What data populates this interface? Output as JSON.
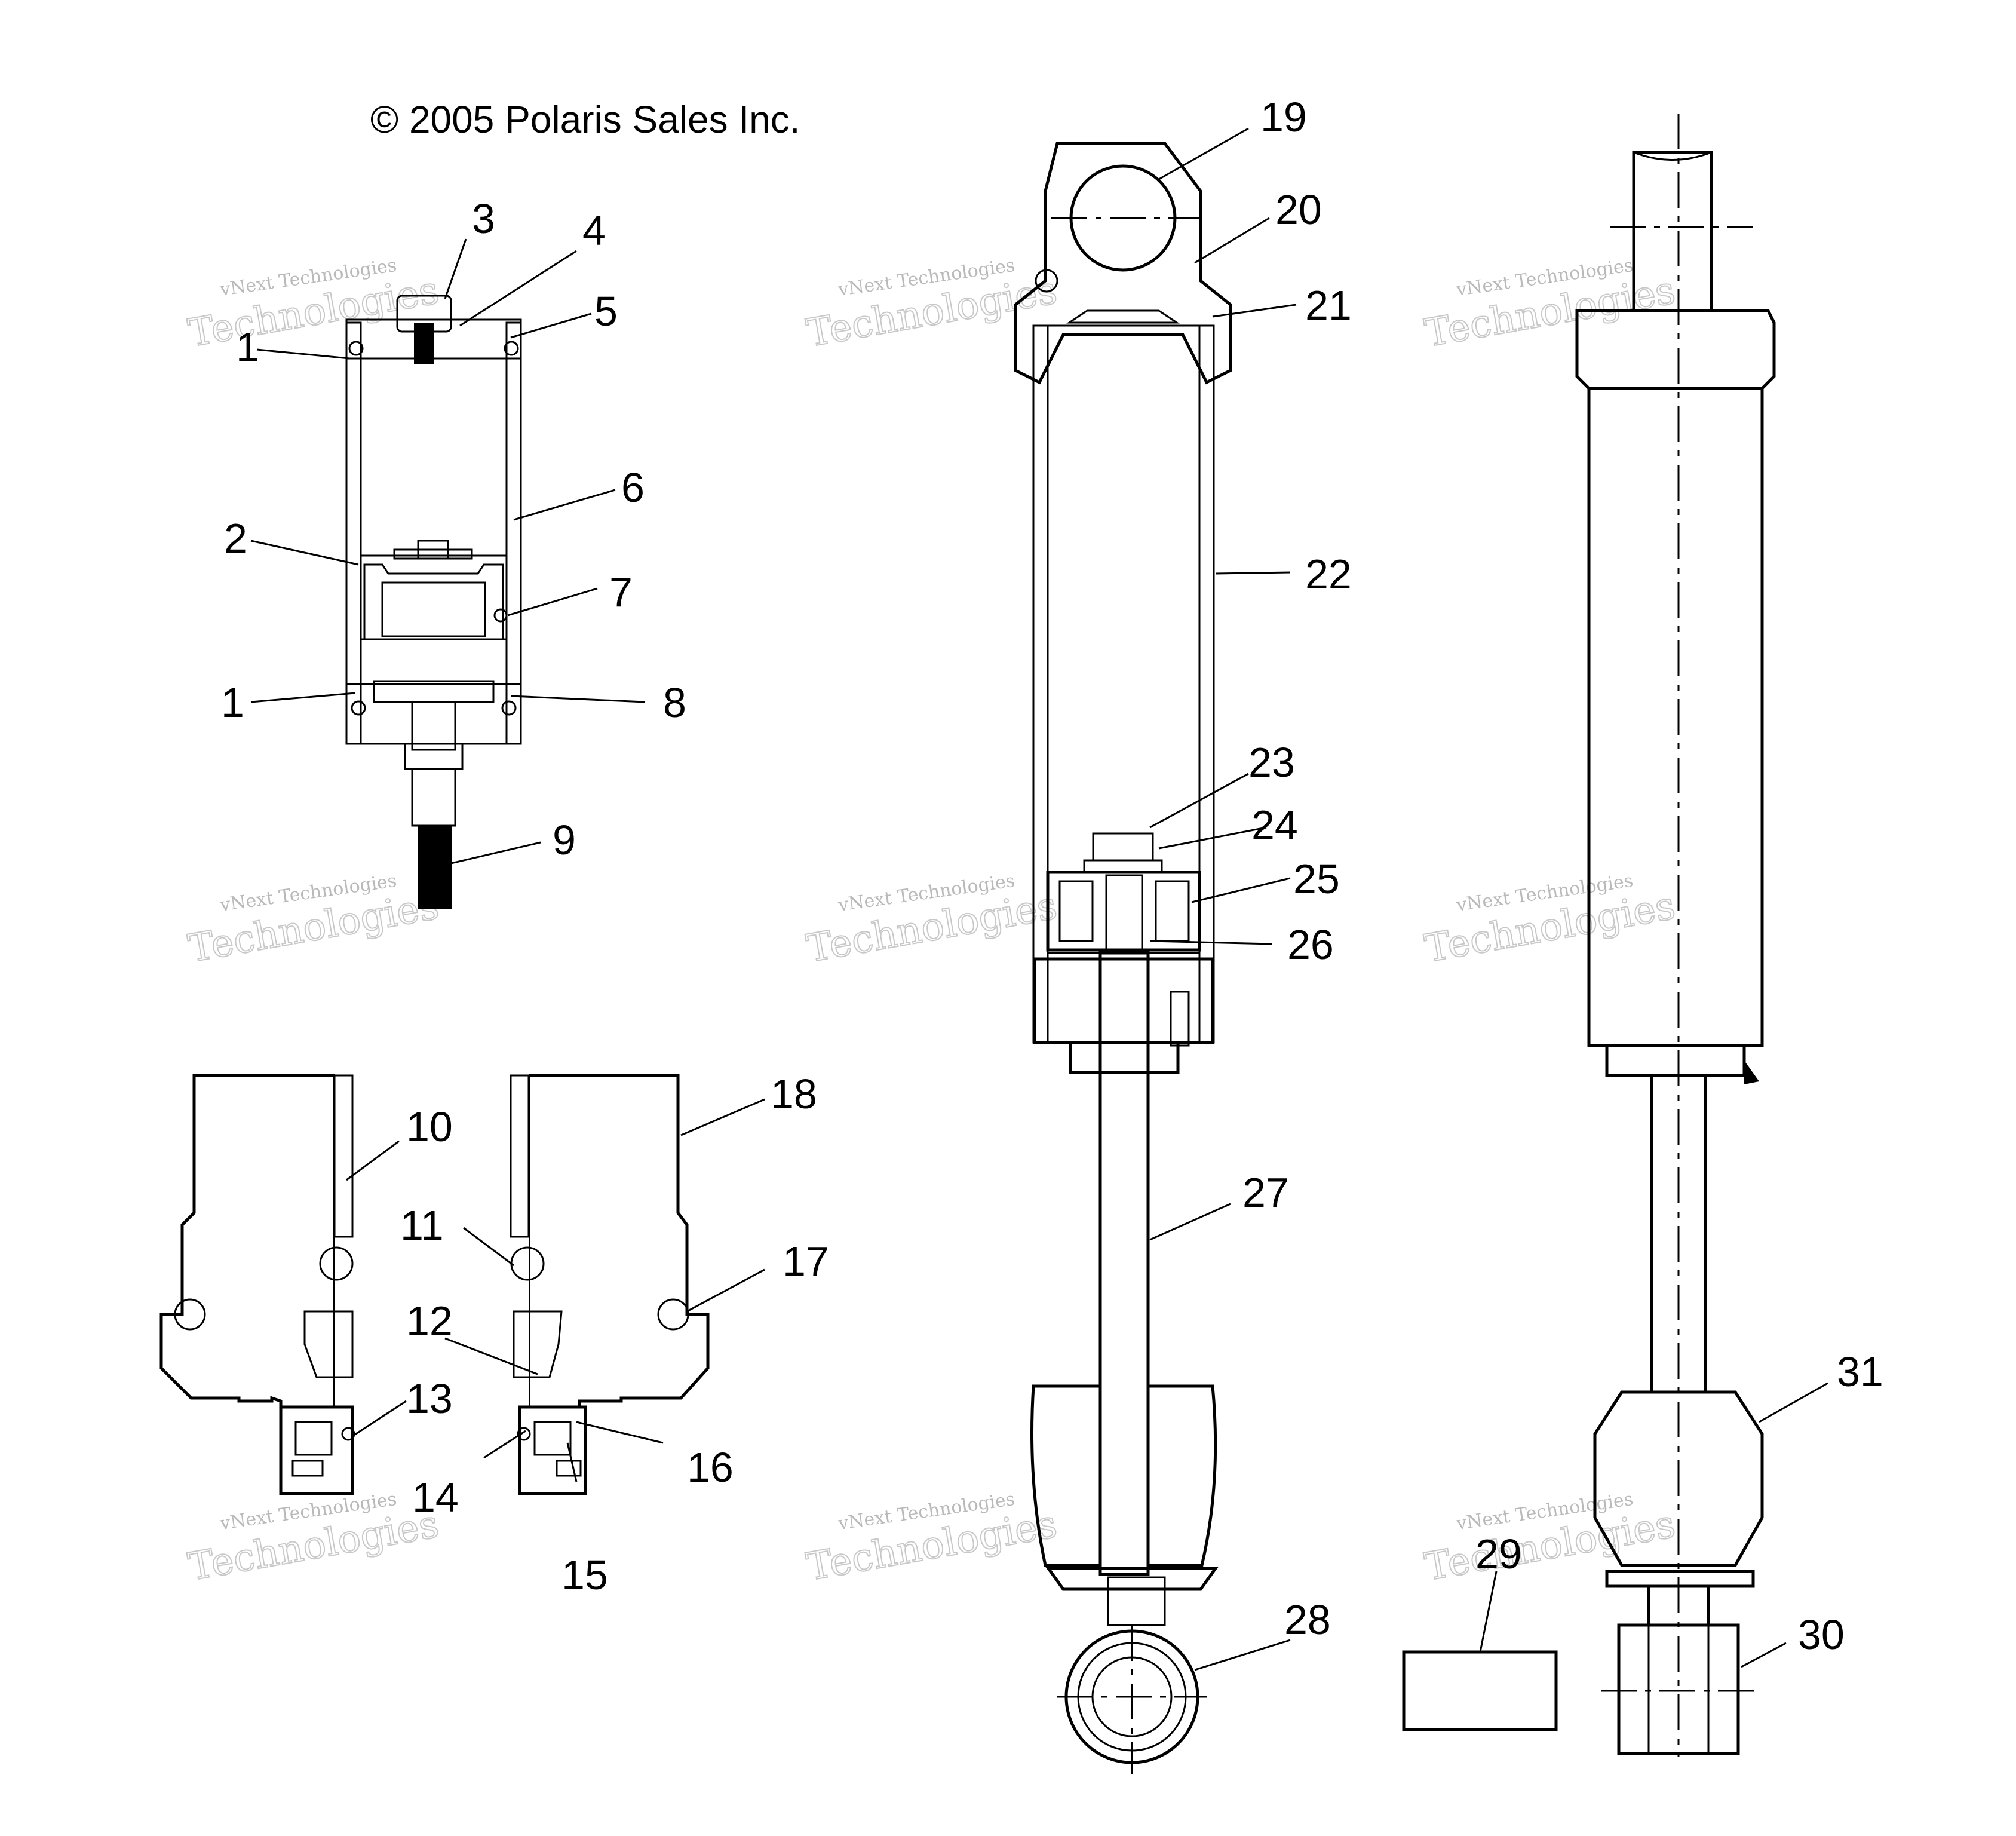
{
  "copyright": "© 2005 Polaris Sales Inc.",
  "watermark": {
    "line1": "vNext Technologies",
    "line2": "Technologies"
  },
  "callouts": {
    "c1a": "1",
    "c1b": "1",
    "c2": "2",
    "c3": "3",
    "c4": "4",
    "c5": "5",
    "c6": "6",
    "c7": "7",
    "c8": "8",
    "c9": "9",
    "c10": "10",
    "c11": "11",
    "c12": "12",
    "c13": "13",
    "c14": "14",
    "c15": "15",
    "c16": "16",
    "c17": "17",
    "c18": "18",
    "c19": "19",
    "c20": "20",
    "c21": "21",
    "c22": "22",
    "c23": "23",
    "c24": "24",
    "c25": "25",
    "c26": "26",
    "c27": "27",
    "c28": "28",
    "c29": "29",
    "c30": "30",
    "c31": "31"
  },
  "colors": {
    "ink": "#000000",
    "watermark": "#c8c8c8",
    "background": "#ffffff"
  }
}
